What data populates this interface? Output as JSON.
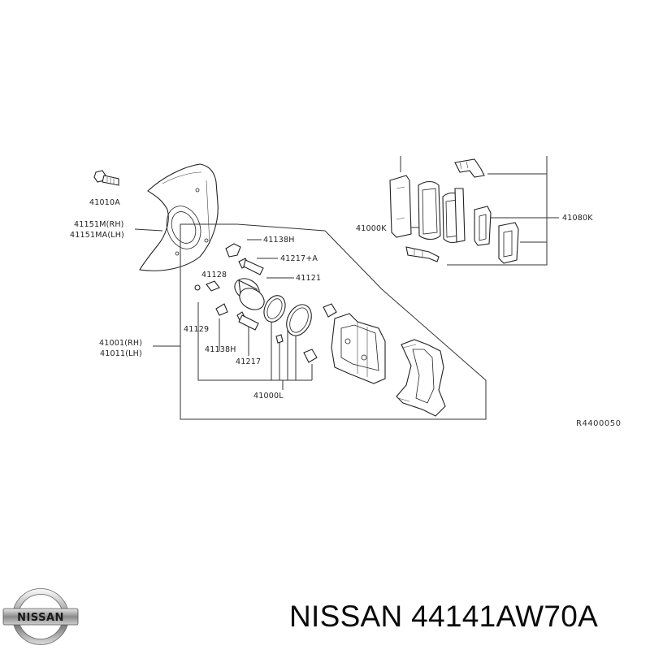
{
  "labels": {
    "l41010a": "41010A",
    "l41151m": "41151M(RH)",
    "l41151ma": "41151MA(LH)",
    "l41138h_top": "41138H",
    "l41217a": "41217+A",
    "l41128": "41128",
    "l41121": "41121",
    "l41129": "41129",
    "l41001": "41001(RH)",
    "l41011": "41011(LH)",
    "l41138h_bot": "41138H",
    "l41217": "41217",
    "l41000l": "41000L",
    "l41000k": "41000K",
    "l41080k": "41080K"
  },
  "reference_code": "R4400050",
  "logo": {
    "text": "NISSAN"
  },
  "caption": "NISSAN 44141AW70A"
}
